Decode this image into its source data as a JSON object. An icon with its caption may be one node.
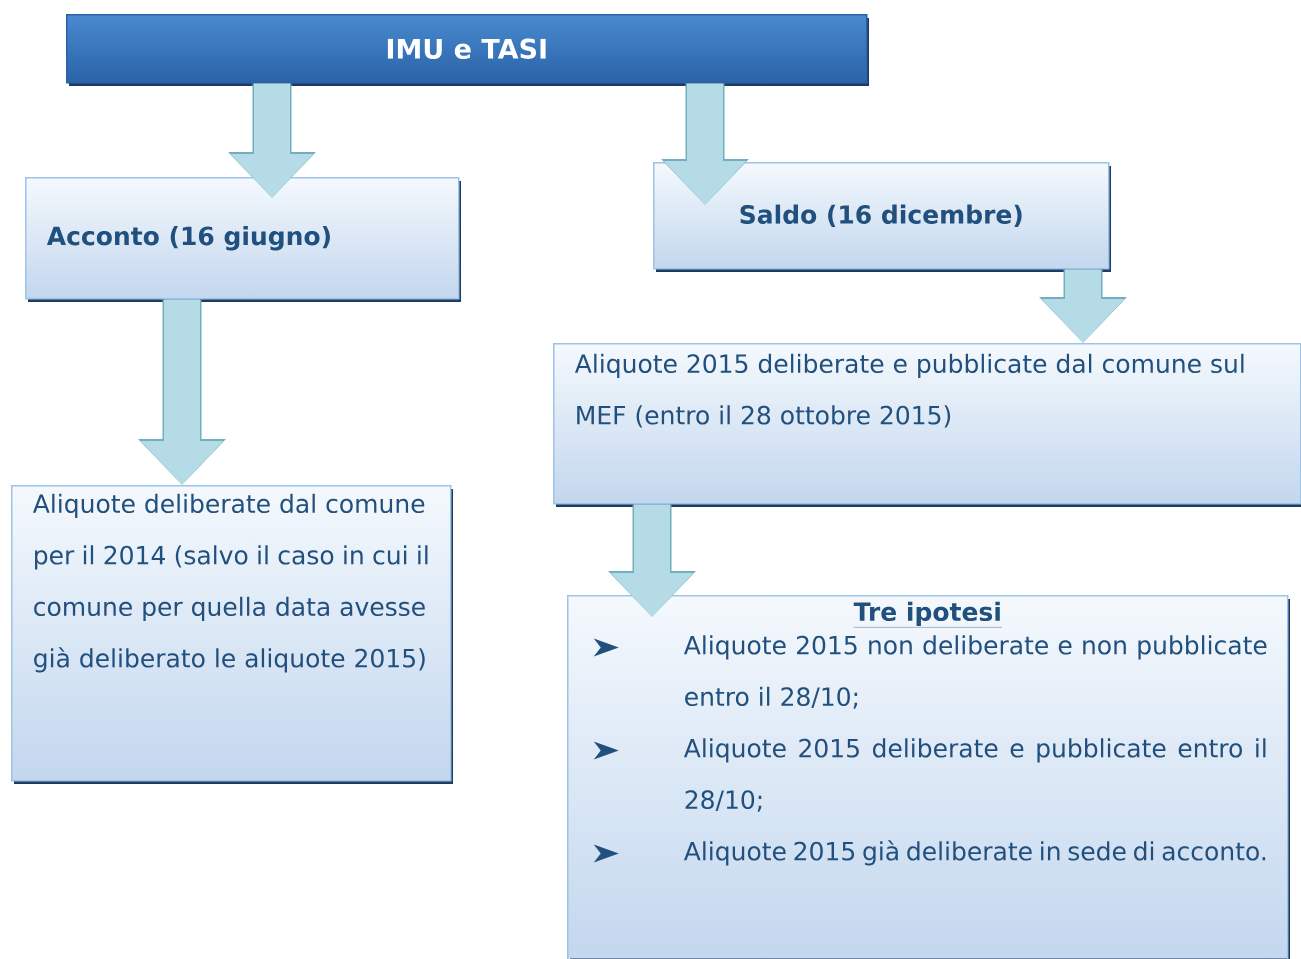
{
  "diagram": {
    "nodes": [
      {
        "text": [
          "IMU e TASI"
        ]
      },
      {
        "text": [
          "Acconto (16 giugno)"
        ]
      },
      {
        "text": [
          "Saldo (16 dicembre)"
        ]
      },
      {
        "text": [
          "Aliquote deliberate dal comune per il 2014 (salvo il caso in cui il comune per quella data avesse già deliberato le aliquote 2015)"
        ]
      },
      {
        "text": [
          "Aliquote 2015 deliberate e pubblicate dal comune sul MEF (entro il 28 ottobre 2015)"
        ]
      },
      {
        "text": [
          "Tre ipotesi",
          "Aliquote 2015 non deliberate e non pubblicate entro il 28/10;",
          "Aliquote 2015 deliberate e pubblicate entro il 28/10;",
          "Aliquote 2015 già deliberate in sede di acconto."
        ]
      }
    ],
    "edges": [
      {
        "from": 0,
        "to": 1,
        "arrow": "to"
      },
      {
        "from": 0,
        "to": 2,
        "arrow": "to"
      },
      {
        "from": 1,
        "to": 3,
        "arrow": "to"
      },
      {
        "from": 2,
        "to": 4,
        "arrow": "to"
      },
      {
        "from": 4,
        "to": 5,
        "arrow": "to"
      }
    ]
  }
}
